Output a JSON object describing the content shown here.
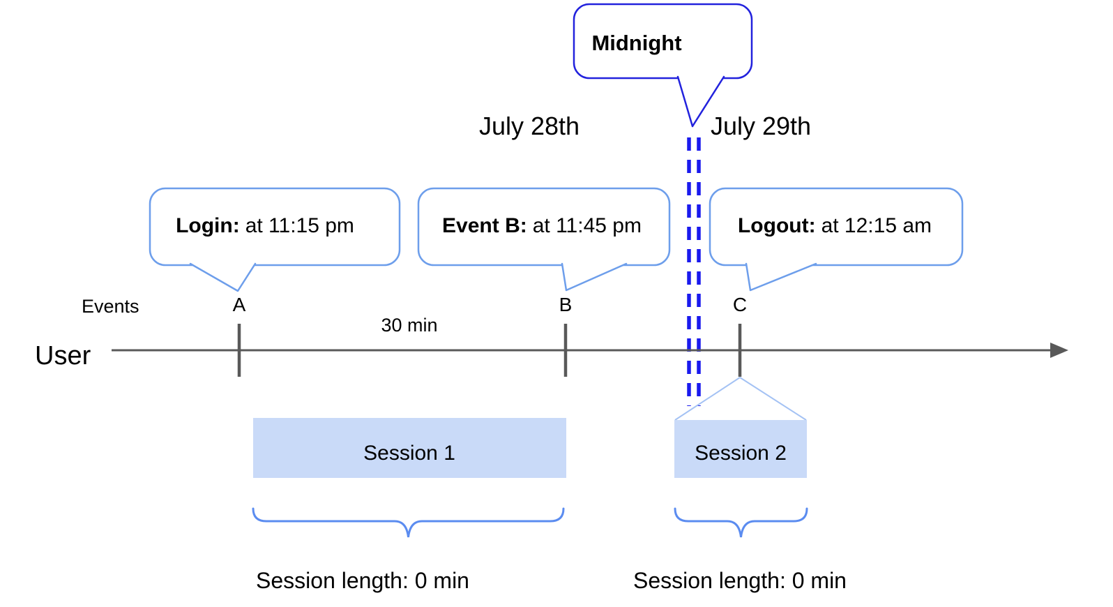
{
  "colors": {
    "callout_border_light": "#6d9eeb",
    "callout_border_dark": "#2222dd",
    "dash": "#1a1aee",
    "axis": "#595959",
    "session_fill": "#c9daf8",
    "fan": "#a4c2f4",
    "brace": "#5b8cf0",
    "text": "#000000"
  },
  "callouts": {
    "midnight": {
      "label": "Midnight"
    },
    "login": {
      "prefix": "Login:",
      "detail": "at 11:15 pm"
    },
    "event_b": {
      "prefix": "Event B:",
      "detail": "at 11:45 pm"
    },
    "logout": {
      "prefix": "Logout:",
      "detail": "at 12:15 am"
    }
  },
  "dates": {
    "before_midnight": "July 28th",
    "after_midnight": "July 29th"
  },
  "timeline": {
    "row_label": "User",
    "events_label": "Events",
    "event_markers": [
      "A",
      "B",
      "C"
    ],
    "interval_label": "30 min"
  },
  "sessions": [
    {
      "label": "Session 1",
      "length_label": "Session length: 0 min"
    },
    {
      "label": "Session 2",
      "length_label": "Session length: 0 min"
    }
  ]
}
